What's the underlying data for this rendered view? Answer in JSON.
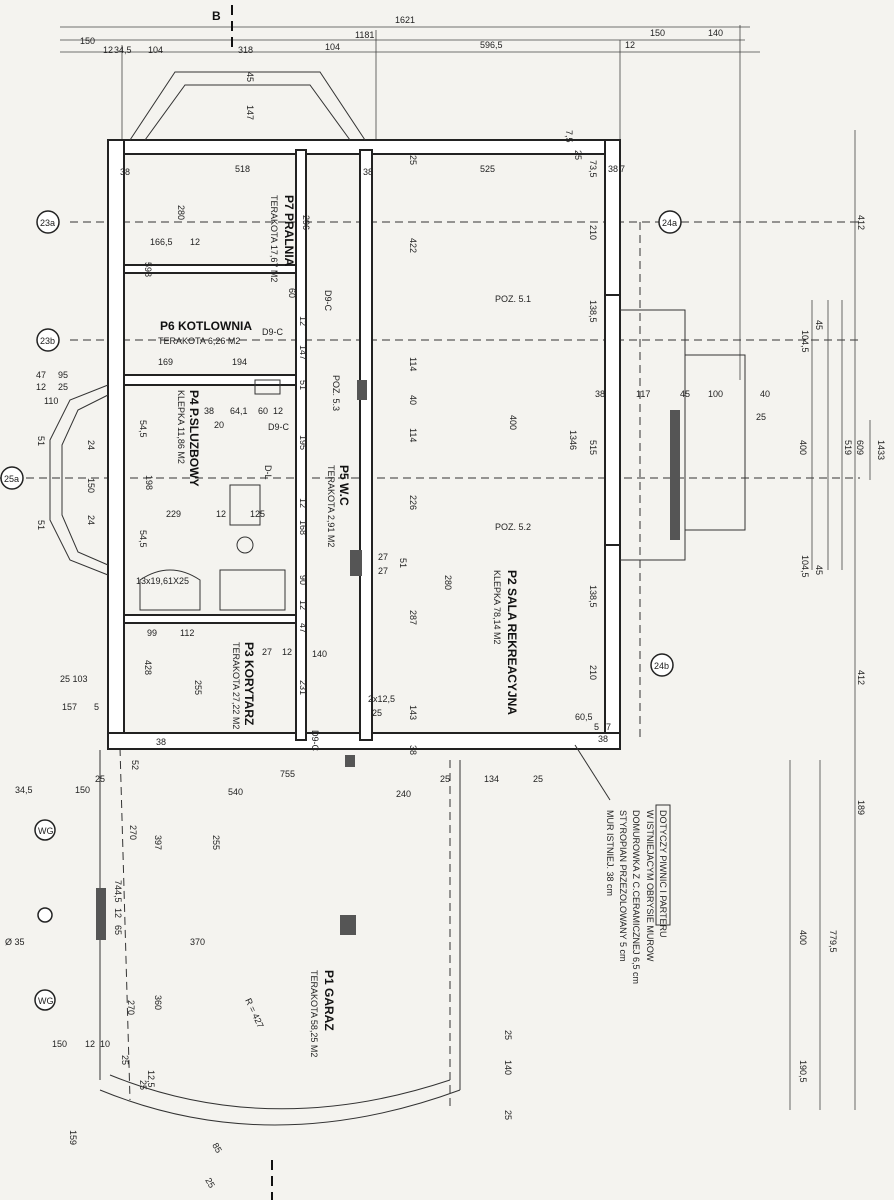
{
  "section_mark": "B",
  "top_dims": {
    "total": "1621",
    "d1181": "1181",
    "d596_5": "596,5",
    "d150a": "150",
    "d140": "140",
    "d12a": "12",
    "d150b": "150",
    "d12b": "12",
    "d34_5": "34,5",
    "d104a": "104",
    "d318": "318",
    "d104b": "104"
  },
  "rooms": [
    {
      "id": "P7",
      "name": "P7 PRALNIA",
      "finish": "TERAKOTA 17,67 M2"
    },
    {
      "id": "P6",
      "name": "P6 KOTLOWNIA",
      "finish": "TERAKOTA 6,26 M2"
    },
    {
      "id": "P5",
      "name": "P5 W.C",
      "finish": "TERAKOTA 2,91 M2"
    },
    {
      "id": "P4",
      "name": "P4 P.SLUZBOWY",
      "finish": "KLEPKA 11,86 M2"
    },
    {
      "id": "P3",
      "name": "P3 KORYTARZ",
      "finish": "TERAKOTA 27,22 M2"
    },
    {
      "id": "P2",
      "name": "P2 SALA REKREACYJNA",
      "finish": "KLEPKA 78,14 M2"
    },
    {
      "id": "P1",
      "name": "P1 GARAZ",
      "finish": "TERAKOTA 58,25 M2"
    }
  ],
  "axes": [
    "23a",
    "23b",
    "25a",
    "24a",
    "24b"
  ],
  "doors": [
    "D9-C",
    "D9-C",
    "D9-C",
    "D-L",
    "D9-C"
  ],
  "positions": [
    "POZ. 5.1",
    "POZ. 5.2",
    "POZ. 5.3"
  ],
  "labels": {
    "wg1": "WG",
    "wg2": "WG",
    "pipe": "Ø 35",
    "radius": "R = 427",
    "stairs": "13x19,61X25",
    "steps": "2x12,5",
    "steps_b": "25"
  },
  "note": {
    "line1": "DOTYCZY PIWNIC I PARTERU",
    "line2": "W ISTNIEJACYM OBRYSIE MUROW",
    "line3": "DOMUROWKA Z C.CERAMICZNEJ 6,5 cm",
    "line4": "STYROPIAN PRZEZOLOWANY 5 cm",
    "line5": "MUR ISTNIEJ. 38 cm"
  },
  "dims": {
    "d518": "518",
    "d296": "296",
    "d280a": "280",
    "d166_5": "166,5",
    "d12c": "12",
    "d598": "598",
    "d60": "60",
    "d12d": "12",
    "d147a": "147",
    "d147b": "147",
    "d45a": "45",
    "d169": "169",
    "d194": "194",
    "d38a": "38",
    "d64_1": "64,1",
    "d60b": "60",
    "d12e": "12",
    "d20": "20",
    "d51": "51",
    "d195": "195",
    "d229": "229",
    "d12f": "12",
    "d125": "125",
    "d168": "168",
    "d12g": "12",
    "d90": "90",
    "d12h": "12",
    "d47b": "47",
    "d99": "99",
    "d112": "112",
    "d27a": "27",
    "d12i": "12",
    "d140b": "140",
    "d231": "231",
    "d428": "428",
    "d255a": "255",
    "d198": "198",
    "d54_5a": "54,5",
    "d54_5b": "54,5",
    "d24a": "24",
    "d24b": "24",
    "d150c": "150",
    "d51b": "51",
    "d51c": "51",
    "d47": "47",
    "d95": "95",
    "d12j": "12",
    "d25": "25",
    "d110": "110",
    "d25_103": "25  103",
    "d157": "157",
    "d5": "5",
    "d38b": "38",
    "d52": "52",
    "d755": "755",
    "d25b": "25",
    "d540": "540",
    "d240": "240",
    "d134": "134",
    "d25c": "25",
    "d25d": "25",
    "d34_5b": "34,5",
    "d150d": "150",
    "d270a": "270",
    "d397": "397",
    "d255b": "255",
    "d744_5": "744,5",
    "d12_5": "12",
    "d65": "65",
    "d370": "370",
    "d360": "360",
    "d270b": "270",
    "d150e": "150",
    "d12k": "12",
    "d10": "10",
    "d25e": "25",
    "d12_5b": "12,5",
    "d25f": "25",
    "d159": "159",
    "d85": "85",
    "d25g": "25",
    "d25h": "25",
    "d140c": "140",
    "d25i": "25",
    "d525": "525",
    "d25j": "25",
    "d422": "422",
    "d114a": "114",
    "d40": "40",
    "d114b": "114",
    "d226": "226",
    "d287": "287",
    "d143": "143",
    "d400a": "400",
    "d27b": "27",
    "d27c": "27",
    "d51d": "51",
    "d280b": "280",
    "d7_5": "7,5",
    "d25k": "25",
    "d73_5": "73,5",
    "d38c": "38",
    "d7": "7",
    "d210a": "210",
    "d138_5a": "138,5",
    "d515": "515",
    "d1346": "1346",
    "d138_5b": "138,5",
    "d210b": "210",
    "d60_5": "60,5",
    "d5b": "5",
    "d7b": "7",
    "d38d": "38",
    "d38e": "38",
    "d117": "117",
    "d45b": "45",
    "d100": "100",
    "d40b": "40",
    "d25l": "25",
    "d412a": "412",
    "d45c": "45",
    "d104_5a": "104,5",
    "d400b": "400",
    "d519": "519",
    "d609": "609",
    "d104_5b": "104,5",
    "d45d": "45",
    "d1433": "1433",
    "d412b": "412",
    "d189": "189",
    "d779_5": "779,5",
    "d400c": "400",
    "d190_5": "190,5",
    "d38f": "38",
    "d38g": "38",
    "d38h": "38"
  }
}
